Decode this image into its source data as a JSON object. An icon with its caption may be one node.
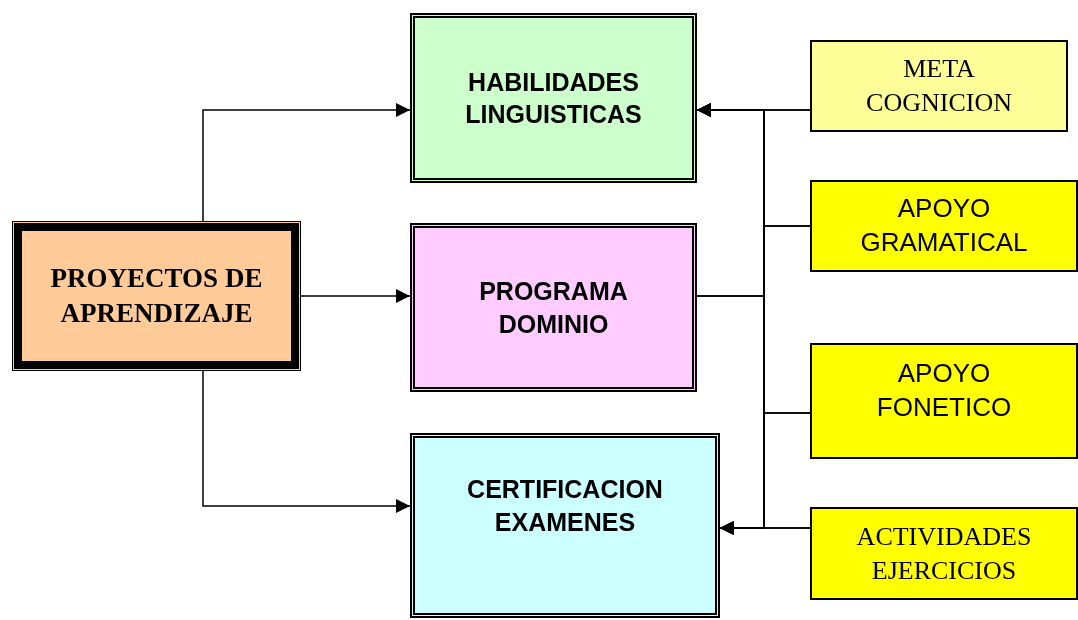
{
  "diagram": {
    "nodes": [
      {
        "text": [
          "PROYECTOS DE APRENDIZAJE"
        ]
      },
      {
        "text": [
          "HABILIDADES LINGUISTICAS"
        ]
      },
      {
        "text": [
          "PROGRAMA DOMINIO"
        ]
      },
      {
        "text": [
          "CERTIFICACION EXAMENES"
        ]
      },
      {
        "text": [
          "META COGNICION"
        ]
      },
      {
        "text": [
          "APOYO GRAMATICAL"
        ]
      },
      {
        "text": [
          "APOYO FONETICO"
        ]
      },
      {
        "text": [
          "ACTIVIDADES EJERCICIOS"
        ]
      }
    ],
    "edges": [
      {
        "from": 0,
        "to": 1,
        "arrow": "to"
      },
      {
        "from": 0,
        "to": 2,
        "arrow": "to"
      },
      {
        "from": 0,
        "to": 3,
        "arrow": "to"
      },
      {
        "from": 4,
        "to": 1,
        "arrow": "to"
      },
      {
        "from": 4,
        "to": 3,
        "arrow": "to"
      },
      {
        "from": 5,
        "to": 1,
        "arrow": "to"
      },
      {
        "from": 5,
        "to": 3,
        "arrow": "to"
      },
      {
        "from": 2,
        "to": 1,
        "arrow": "to"
      },
      {
        "from": 2,
        "to": 3,
        "arrow": "to"
      },
      {
        "from": 6,
        "to": 1,
        "arrow": "to"
      },
      {
        "from": 6,
        "to": 3,
        "arrow": "to"
      },
      {
        "from": 7,
        "to": 1,
        "arrow": "to"
      },
      {
        "from": 7,
        "to": 3,
        "arrow": "to"
      }
    ]
  }
}
